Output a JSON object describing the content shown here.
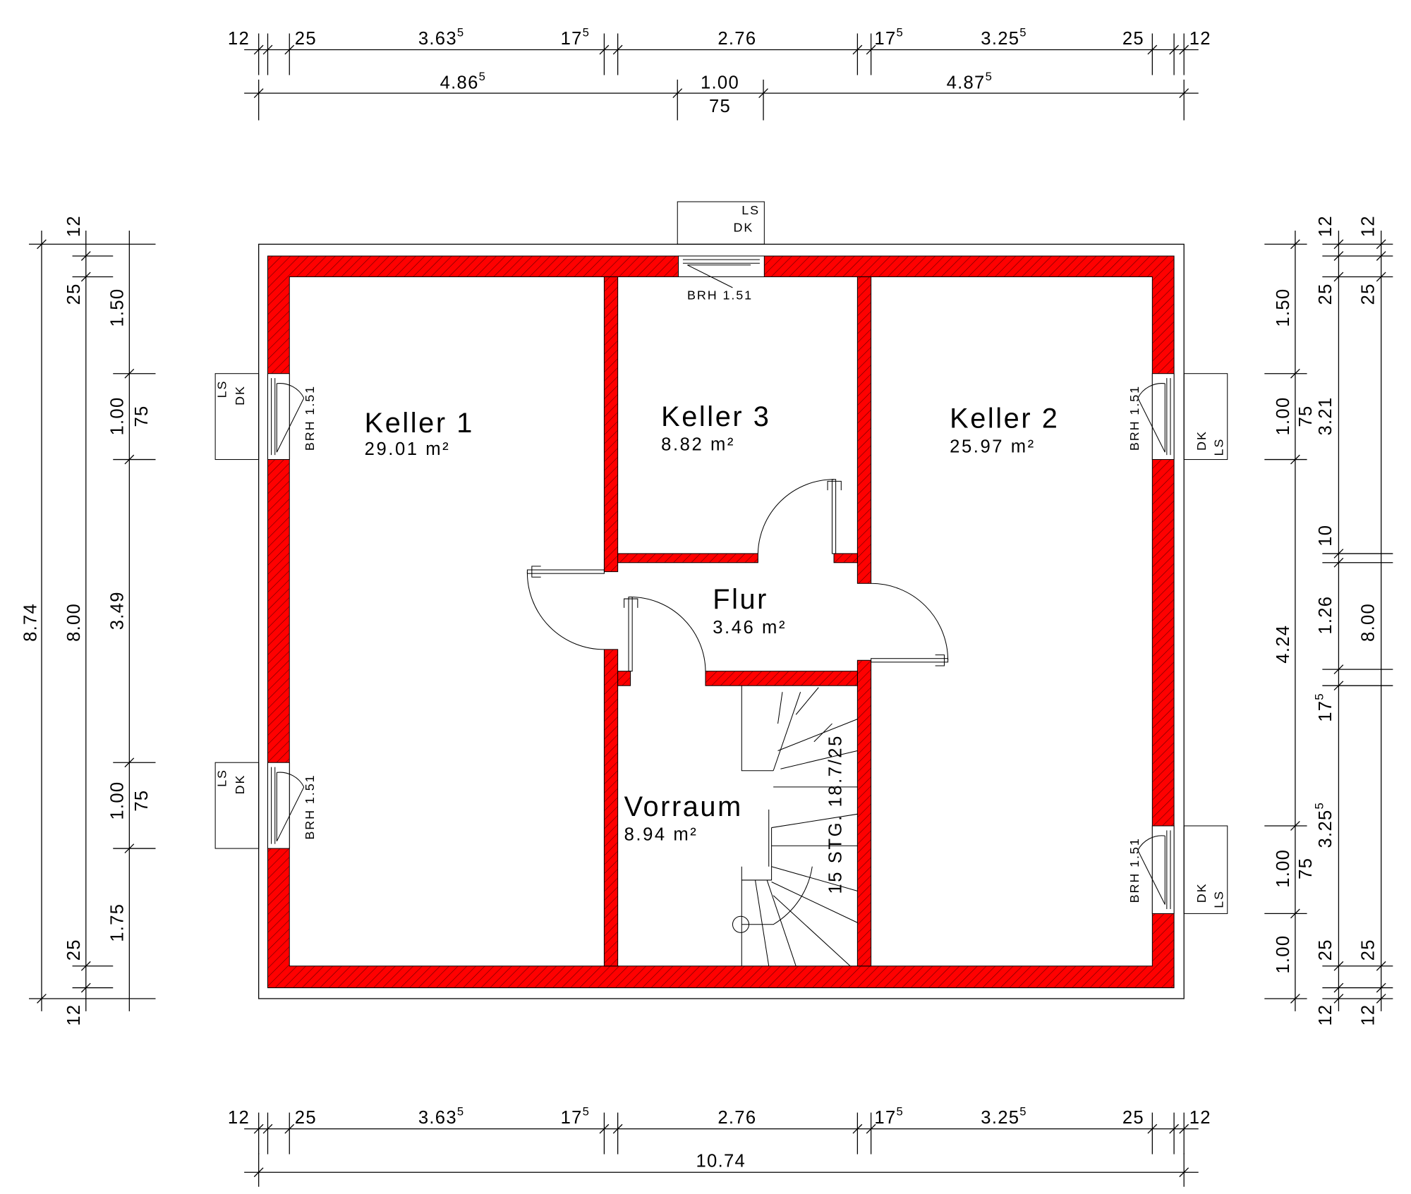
{
  "rooms": [
    {
      "name": "Keller 1",
      "area": "29.01 m²"
    },
    {
      "name": "Keller 3",
      "area": "8.82 m²"
    },
    {
      "name": "Keller 2",
      "area": "25.97 m²"
    },
    {
      "name": "Flur",
      "area": "3.46 m²"
    },
    {
      "name": "Vorraum",
      "area": "8.94 m²"
    }
  ],
  "stair_label": "15 STG. 18.7/25",
  "window_labels": {
    "ls": "LS",
    "dk": "DK",
    "brh": "BRH 1.51"
  },
  "dimensions": {
    "top_row1": [
      {
        "v": "12"
      },
      {
        "v": "25"
      },
      {
        "v": "3.63",
        "s": "5"
      },
      {
        "v": "17",
        "s": "5"
      },
      {
        "v": "2.76"
      },
      {
        "v": "17",
        "s": "5"
      },
      {
        "v": "3.25",
        "s": "5"
      },
      {
        "v": "25"
      },
      {
        "v": "12"
      }
    ],
    "top_row2": [
      {
        "v": "4.86",
        "s": "5"
      },
      {
        "v": "1.00"
      },
      {
        "v": "75"
      },
      {
        "v": "4.87",
        "s": "5"
      }
    ],
    "bottom_row1": [
      {
        "v": "12"
      },
      {
        "v": "25"
      },
      {
        "v": "3.63",
        "s": "5"
      },
      {
        "v": "17",
        "s": "5"
      },
      {
        "v": "2.76"
      },
      {
        "v": "17",
        "s": "5"
      },
      {
        "v": "3.25",
        "s": "5"
      },
      {
        "v": "25"
      },
      {
        "v": "12"
      }
    ],
    "bottom_total": [
      {
        "v": "10.74"
      }
    ],
    "left": [
      {
        "v": "8.74"
      },
      {
        "v": "8.00"
      },
      {
        "v": "12"
      },
      {
        "v": "25"
      },
      {
        "v": "25"
      },
      {
        "v": "12"
      },
      {
        "v": "1.50"
      },
      {
        "v": "1.00"
      },
      {
        "v": "75"
      },
      {
        "v": "3.49"
      },
      {
        "v": "1.00"
      },
      {
        "v": "75"
      },
      {
        "v": "1.75"
      }
    ],
    "right": [
      {
        "v": "1.50"
      },
      {
        "v": "1.00"
      },
      {
        "v": "75"
      },
      {
        "v": "4.24"
      },
      {
        "v": "1.00"
      },
      {
        "v": "75"
      },
      {
        "v": "1.00"
      },
      {
        "v": "12"
      },
      {
        "v": "25"
      },
      {
        "v": "3.21"
      },
      {
        "v": "10"
      },
      {
        "v": "1.26"
      },
      {
        "v": "17",
        "s": "5"
      },
      {
        "v": "3.25",
        "s": "5"
      },
      {
        "v": "25"
      },
      {
        "v": "12"
      },
      {
        "v": "12"
      },
      {
        "v": "25"
      },
      {
        "v": "8.00"
      },
      {
        "v": "25"
      },
      {
        "v": "12"
      }
    ]
  },
  "colors": {
    "wall": "#ff0000",
    "hatch": "#6a0000"
  }
}
